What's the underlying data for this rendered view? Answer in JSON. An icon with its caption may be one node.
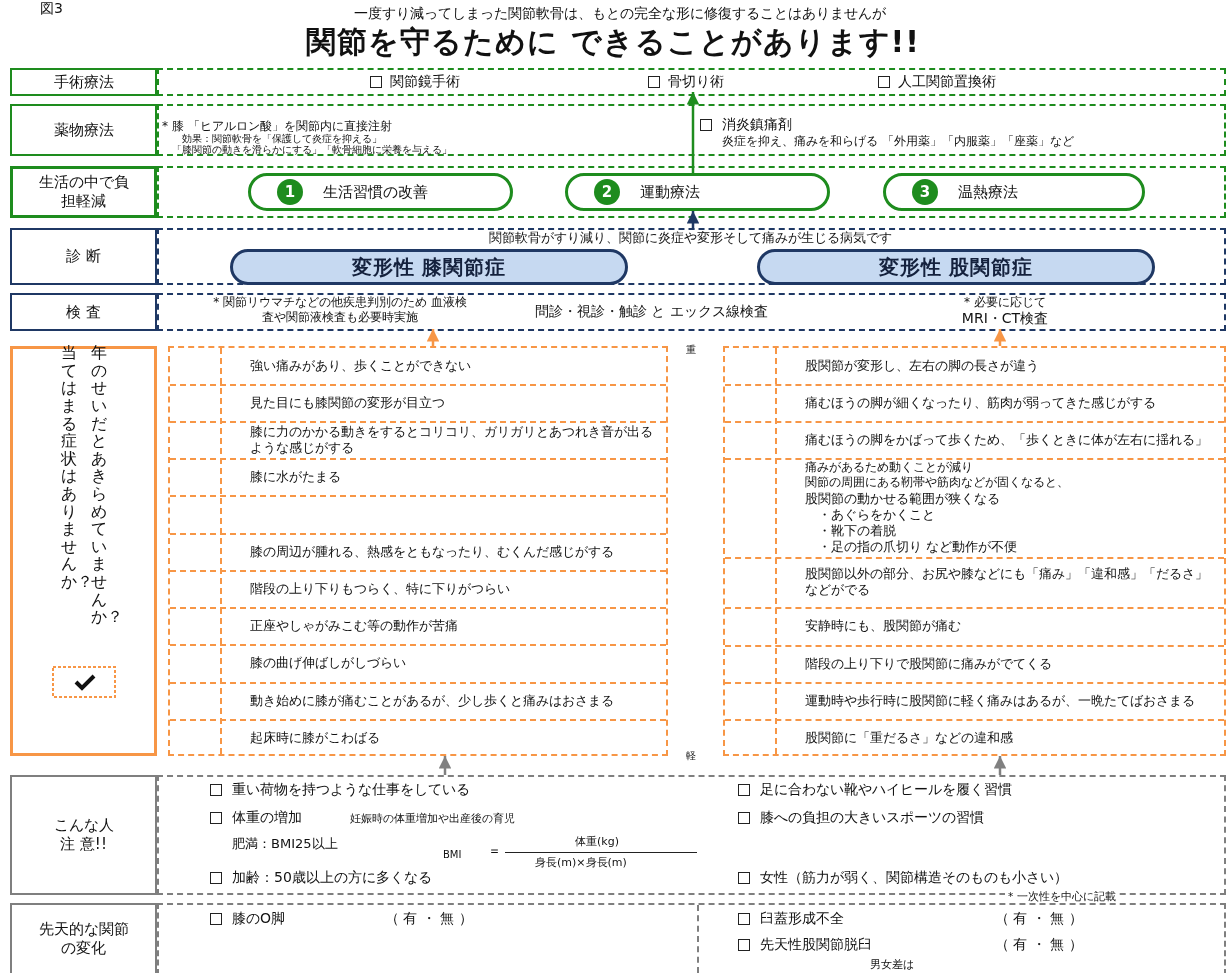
{
  "diagram": {
    "title": "関節を守るために できることがあります!!",
    "nodes": [
      {
        "text": [
          "手術療法"
        ]
      },
      {
        "text": [
          "薬物療法"
        ]
      },
      {
        "text": [
          "生活の中で負担軽減"
        ]
      },
      {
        "text": [
          "診 断"
        ]
      },
      {
        "text": [
          "検 査"
        ]
      },
      {
        "text": [
          "当てはまる症状はありませんか？",
          "年のせいだとあきらめていませんか？"
        ]
      },
      {
        "text": [
          "こんな人注 意!!"
        ]
      },
      {
        "text": [
          "先天的な関節の変化"
        ]
      },
      {
        "text": [
          "1",
          "生活習慣の改善"
        ]
      },
      {
        "text": [
          "2",
          "運動療法"
        ]
      },
      {
        "text": [
          "3",
          "温熱療法"
        ]
      },
      {
        "text": [
          "変形性 膝関節症"
        ]
      },
      {
        "text": [
          "変形性 股関節症"
        ]
      },
      {
        "text": [
          "関節鏡手術"
        ]
      },
      {
        "text": [
          "骨切り術"
        ]
      },
      {
        "text": [
          "人工関節置換術"
        ]
      },
      {
        "text": [
          "* 関節リウマチなどの他疾患判別のため 血液検査や関節液検査も必要時実施"
        ]
      },
      {
        "text": [
          "* 必要に応じて",
          "MRI・CT検査"
        ]
      },
      {
        "text": [],
        "shape": "box"
      },
      {
        "text": [],
        "shape": "box"
      },
      {
        "text": [
          "関節軟骨がすり減り、関節に炎症や変形そして痛みが生じる病気です"
        ]
      }
    ],
    "edges": [
      {
        "from": 9,
        "to": 14,
        "arrow": "to",
        "color": "#1e8c1e"
      },
      {
        "from": 20,
        "to": 9,
        "arrow": "to",
        "color": "#1f3864"
      },
      {
        "from": 18,
        "to": 16,
        "arrow": "to",
        "color": "#f79646"
      },
      {
        "from": 19,
        "to": 17,
        "arrow": "to",
        "color": "#f79646"
      },
      {
        "from": 6,
        "to": 18,
        "arrow": "to",
        "color": "#808080"
      },
      {
        "from": 6,
        "to": 19,
        "arrow": "to",
        "color": "#808080"
      }
    ],
    "labels": [
      "図3",
      "一度すり減ってしまった関節軟骨は、もとの完全な形に修復することはありませんが",
      "* 膝 「ヒアルロン酸」を関節内に直接注射",
      "消炎鎮痛剤",
      "効果：関節軟骨を「保護して炎症を抑える」",
      "炎症を抑え、痛みを和らげる 「外用薬」「内服薬」「座薬」など",
      "「膝関節の動きを滑らかにする」「軟骨細胞に栄養を与える」",
      "問診・視診・触診 と エックス線検査",
      "重",
      "強い痛みがあり、歩くことができない",
      "見た目にも膝関節の変形が目立つ",
      "膝に力のかかる動きをするとコリコリ、ガリガリとあつれき音が出るような感じがする",
      "膝に水がたまる",
      "膝の周辺が腫れる、熱感をともなったり、むくんだ感じがする",
      "階段の上り下りもつらく、特に下りがつらい",
      "正座やしゃがみこむ等の動作が苦痛",
      "膝の曲げ伸ばしがしづらい",
      "動き始めに膝が痛むことがあるが、少し歩くと痛みはおさまる",
      "起床時に膝がこわばる",
      "股関節が変形し、左右の脚の長さが違う",
      "痛むほうの脚が細くなったり、筋肉が弱ってきた感じがする",
      "痛むほうの脚をかばって歩くため、「歩くときに体が左右に揺れる」",
      "痛みがあるため動くことが減り",
      "関節の周囲にある靭帯や筋肉などが固くなると、",
      "股関節の動かせる範囲が狭くなる",
      "・あぐらをかくこと",
      "・靴下の着脱",
      "・足の指の爪切り など動作が不便",
      "股関節以外の部分、お尻や膝などにも「痛み」「違和感」「だるさ」などがでる",
      "安静時にも、股関節が痛む",
      "階段の上り下りで股関節に痛みがでてくる",
      "運動時や歩行時に股関節に軽く痛みはあるが、一晩たてばおさまる",
      "股関節に「重だるさ」などの違和感",
      "軽",
      "重い荷物を持つような仕事をしている",
      "足に合わない靴やハイヒールを履く習慣",
      "体重の増加",
      "妊娠時の体重増加や出産後の育児",
      "膝への負担の大きいスポーツの習慣",
      "肥満：BMI25以上",
      "BMI",
      "＝",
      "体重(kg)",
      "身長(m)×身長(m)",
      "加齢：50歳以上の方に多くなる",
      "女性（筋力が弱く、関節構造そのものも小さい）",
      "* 一次性を中心に記載",
      "膝のO脚",
      "（ 有 ・ 無 ）",
      "臼蓋形成不全",
      "（ 有 ・ 無 ）",
      "先天性股関節脱臼",
      "（ 有 ・ 無 ）",
      "男女差は"
    ]
  }
}
